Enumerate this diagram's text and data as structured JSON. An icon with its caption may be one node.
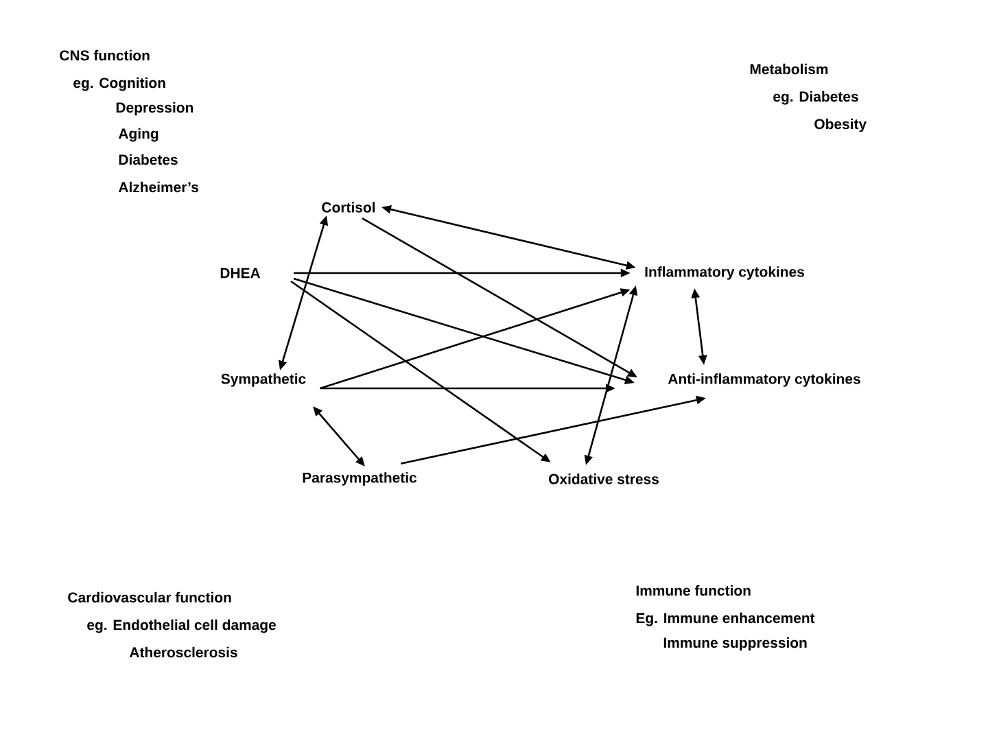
{
  "diagram": {
    "nodes": [
      {
        "text": [
          "Cortisol"
        ]
      },
      {
        "text": [
          "DHEA"
        ]
      },
      {
        "text": [
          "Sympathetic"
        ]
      },
      {
        "text": [
          "Parasympathetic"
        ]
      },
      {
        "text": [
          "Inflammatory cytokines"
        ]
      },
      {
        "text": [
          "Anti-inflammatory cytokines"
        ]
      },
      {
        "text": [
          "Oxidative stress"
        ]
      }
    ],
    "edges": [
      {
        "from": 0,
        "to": 4,
        "arrow": "both"
      },
      {
        "from": 0,
        "to": 5,
        "arrow": "to"
      },
      {
        "from": 0,
        "to": 2,
        "arrow": "both"
      },
      {
        "from": 1,
        "to": 4,
        "arrow": "to"
      },
      {
        "from": 1,
        "to": 5,
        "arrow": "to"
      },
      {
        "from": 1,
        "to": 6,
        "arrow": "to"
      },
      {
        "from": 2,
        "to": 4,
        "arrow": "to"
      },
      {
        "from": 2,
        "to": 5,
        "arrow": "to"
      },
      {
        "from": 2,
        "to": 3,
        "arrow": "both"
      },
      {
        "from": 3,
        "to": 5,
        "arrow": "to"
      },
      {
        "from": 4,
        "to": 6,
        "arrow": "both"
      },
      {
        "from": 4,
        "to": 5,
        "arrow": "both"
      }
    ],
    "labels": [
      "CNS function",
      "eg. Cognition",
      "Depression",
      "Aging",
      "Diabetes",
      "Alzheimer’s",
      "Metabolism",
      "eg. Diabetes",
      "Obesity",
      "Cardiovascular function",
      "eg. Endothelial cell damage",
      "Atherosclerosis",
      "Immune function",
      "Eg. Immune enhancement",
      "Immune suppression"
    ]
  }
}
